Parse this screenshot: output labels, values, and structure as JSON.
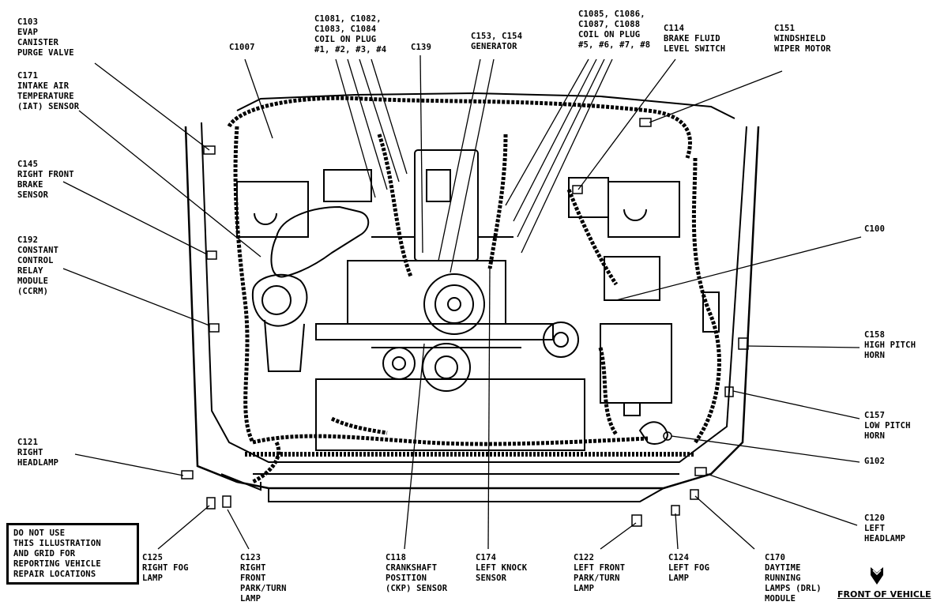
{
  "colors": {
    "ink": "#000000",
    "paper": "#ffffff"
  },
  "warning": {
    "lines": [
      "DO NOT USE",
      "THIS ILLUSTRATION",
      "AND GRID FOR",
      "REPORTING VEHICLE",
      "REPAIR LOCATIONS"
    ]
  },
  "front_label": "FRONT OF VEHICLE",
  "front_arrow_icon": "down-arrow-icon",
  "labels": [
    {
      "id": "c103",
      "lines": [
        "C103",
        "EVAP",
        "CANISTER",
        "PURGE VALVE"
      ]
    },
    {
      "id": "c171",
      "lines": [
        "C171",
        "INTAKE AIR",
        "TEMPERATURE",
        "(IAT) SENSOR"
      ]
    },
    {
      "id": "c145",
      "lines": [
        "C145",
        "RIGHT FRONT",
        "BRAKE",
        "SENSOR"
      ]
    },
    {
      "id": "c192",
      "lines": [
        "C192",
        "CONSTANT",
        "CONTROL",
        "RELAY",
        "MODULE",
        "(CCRM)"
      ]
    },
    {
      "id": "c121",
      "lines": [
        "C121",
        "RIGHT",
        "HEADLAMP"
      ]
    },
    {
      "id": "c1007",
      "lines": [
        "C1007"
      ]
    },
    {
      "id": "c1081",
      "lines": [
        "C1081, C1082,",
        "C1083, C1084",
        "COIL ON PLUG",
        "#1, #2, #3, #4"
      ]
    },
    {
      "id": "c139",
      "lines": [
        "C139"
      ]
    },
    {
      "id": "c153",
      "lines": [
        "C153, C154",
        "GENERATOR"
      ]
    },
    {
      "id": "c1085",
      "lines": [
        "C1085, C1086,",
        "C1087, C1088",
        "COIL ON PLUG",
        "#5, #6, #7, #8"
      ]
    },
    {
      "id": "c114",
      "lines": [
        "C114",
        "BRAKE FLUID",
        "LEVEL SWITCH"
      ]
    },
    {
      "id": "c151",
      "lines": [
        "C151",
        "WINDSHIELD",
        "WIPER MOTOR"
      ]
    },
    {
      "id": "c100",
      "lines": [
        "C100"
      ]
    },
    {
      "id": "c158",
      "lines": [
        "C158",
        "HIGH PITCH",
        "HORN"
      ]
    },
    {
      "id": "c157",
      "lines": [
        "C157",
        "LOW PITCH",
        "HORN"
      ]
    },
    {
      "id": "g102",
      "lines": [
        "G102"
      ]
    },
    {
      "id": "c120",
      "lines": [
        "C120",
        "LEFT",
        "HEADLAMP"
      ]
    },
    {
      "id": "c125",
      "lines": [
        "C125",
        "RIGHT FOG",
        "LAMP"
      ]
    },
    {
      "id": "c123",
      "lines": [
        "C123",
        "RIGHT",
        "FRONT",
        "PARK/TURN",
        "LAMP"
      ]
    },
    {
      "id": "c118",
      "lines": [
        "C118",
        "CRANKSHAFT",
        "POSITION",
        "(CKP) SENSOR"
      ]
    },
    {
      "id": "c174",
      "lines": [
        "C174",
        "LEFT KNOCK",
        "SENSOR"
      ]
    },
    {
      "id": "c122",
      "lines": [
        "C122",
        "LEFT FRONT",
        "PARK/TURN",
        "LAMP"
      ]
    },
    {
      "id": "c124",
      "lines": [
        "C124",
        "LEFT FOG",
        "LAMP"
      ]
    },
    {
      "id": "c170",
      "lines": [
        "C170",
        "DAYTIME",
        "RUNNING",
        "LAMPS (DRL)",
        "MODULE"
      ]
    }
  ]
}
